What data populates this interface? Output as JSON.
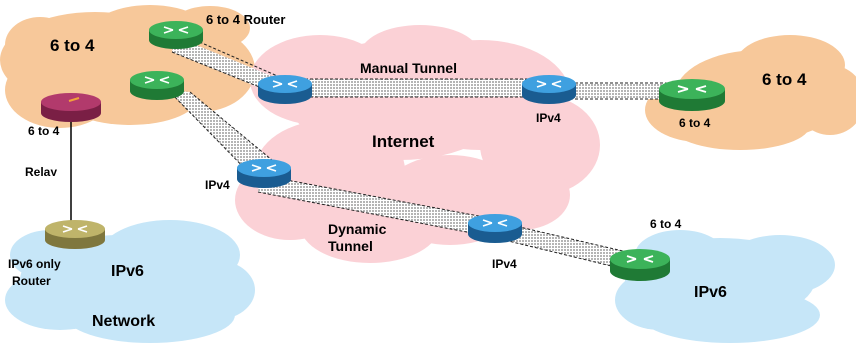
{
  "labels": {
    "router_6to4_label": "6 to 4 Router",
    "cloud_left_6to4": "6 to 4",
    "left_relay_6to4": "6 to 4",
    "relay": "Relay",
    "manual_tunnel": "Manual Tunnel",
    "internet": "Internet",
    "right_cloud_6to4": "6 to 4",
    "right_router_ipv4": "IPv4",
    "right_router_6to4": "6 to 4",
    "mid_ipv4_left": "IPv4",
    "dynamic_tunnel_line1": "Dynamic",
    "dynamic_tunnel_line2": "Tunnel",
    "bottom_ipv4": "IPv4",
    "bottom_right_6to4": "6 to 4",
    "bottom_right_ipv6": "IPv6",
    "ipv6_only_line1": "IPv6 only",
    "ipv6_only_line2": "Router",
    "bottom_left_ipv6": "IPv6",
    "network": "Network"
  },
  "colors": {
    "cloud_6to4": "#f7c89a",
    "cloud_internet": "#fbd1d6",
    "cloud_ipv6": "#c6e6f8",
    "router_6to4": "#2e9e4a",
    "router_ipv4": "#2a7fc4",
    "router_relay": "#9c2a5c",
    "router_ipv6_only": "#a39a52",
    "tunnel_fill": "#c9c9c9"
  }
}
